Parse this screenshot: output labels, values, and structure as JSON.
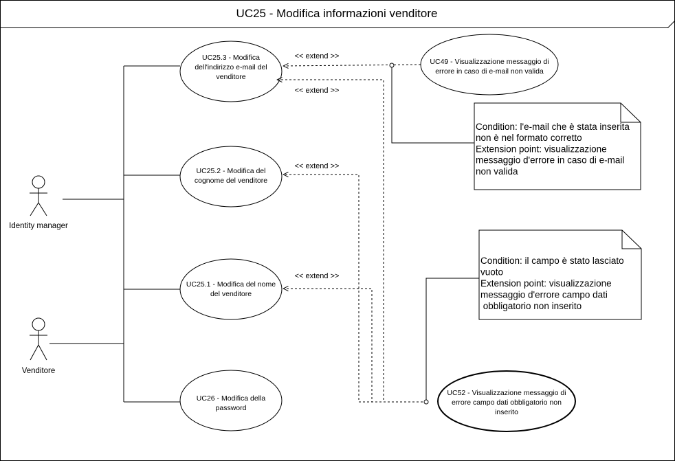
{
  "diagram": {
    "title": "UC25 - Modifica  informazioni venditore",
    "actors": {
      "identity_manager": "Identity manager",
      "venditore": "Venditore"
    },
    "use_cases": {
      "uc25_3": [
        "UC25.3 - Modifica",
        "dell'indirizzo e-mail del",
        "venditore"
      ],
      "uc25_2": [
        "UC25.2 - Modifica del",
        "cognome del venditore"
      ],
      "uc25_1": [
        "UC25.1 - Modifica del nome",
        "del venditore"
      ],
      "uc26": [
        "UC26 - Modifica della",
        "password"
      ],
      "uc49": [
        "UC49 - Visualizzazione messaggio di",
        "errore in caso di e-mail non valida"
      ],
      "uc52": [
        "UC52 - Visualizzazione messaggio di",
        "errore campo dati obbligatorio non",
        "inserito"
      ]
    },
    "extend_label": "<< extend >>",
    "notes": {
      "note_email": [
        "Condition: l'e-mail che è stata inserita",
        "non è nel formato corretto",
        "Extension point: visualizzazione",
        "messaggio d'errore in caso di e-mail",
        "non valida"
      ],
      "note_campo": [
        "Condition: il campo è stato lasciato",
        "vuoto",
        "Extension point: visualizzazione",
        "messaggio d'errore campo dati",
        " obbligatorio non inserito"
      ]
    }
  }
}
